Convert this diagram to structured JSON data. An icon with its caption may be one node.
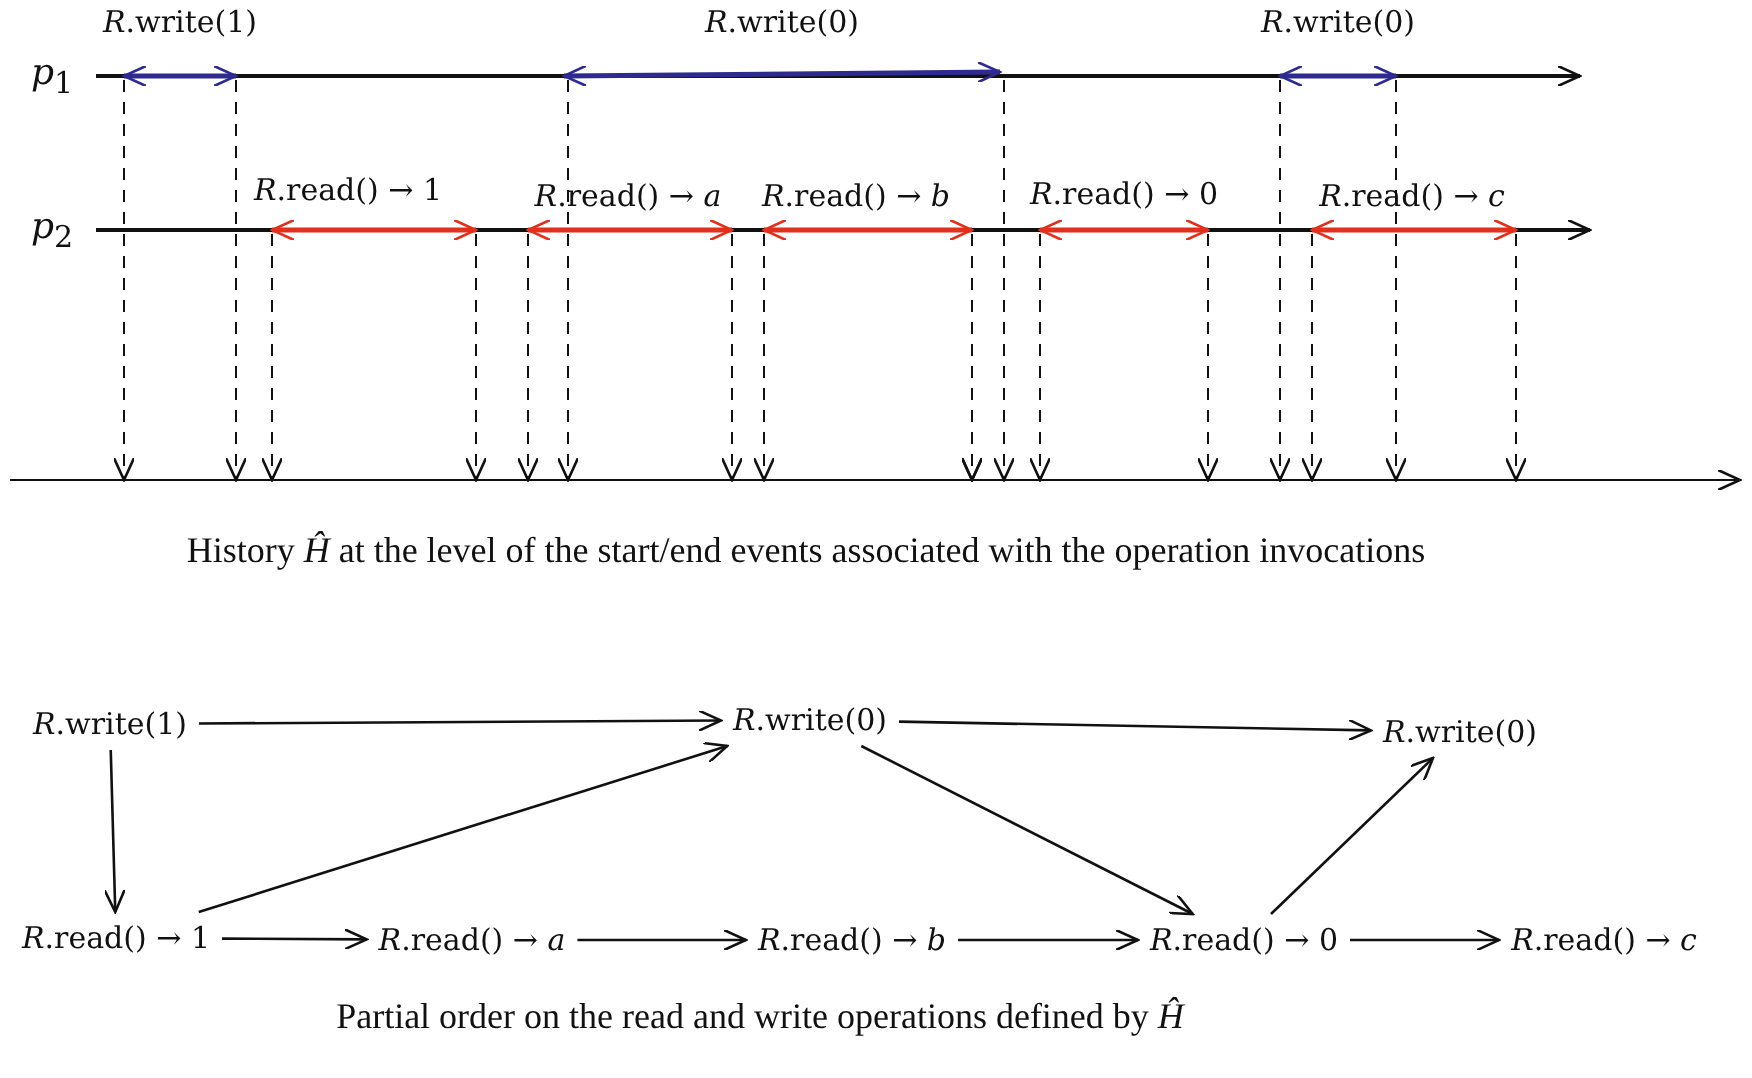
{
  "diagram": {
    "nodes": [
      {
        "text": [
          "*R*.write(1)"
        ]
      },
      {
        "text": [
          "*R*.write(0)"
        ]
      },
      {
        "text": [
          "*R*.write(0)"
        ]
      },
      {
        "text": [
          "*R*.read() → 1"
        ]
      },
      {
        "text": [
          "*R*.read() → *a*"
        ]
      },
      {
        "text": [
          "*R*.read() → *b*"
        ]
      },
      {
        "text": [
          "*R*.read() → 0"
        ]
      },
      {
        "text": [
          "*R*.read() → *c*"
        ]
      }
    ],
    "edges": [
      {
        "from": 0,
        "to": 1,
        "arrow": "to"
      },
      {
        "from": 0,
        "to": 3,
        "arrow": "to"
      },
      {
        "from": 3,
        "to": 1,
        "arrow": "to"
      },
      {
        "from": 3,
        "to": 4,
        "arrow": "to"
      },
      {
        "from": 4,
        "to": 5,
        "arrow": "to"
      },
      {
        "from": 5,
        "to": 6,
        "arrow": "to"
      },
      {
        "from": 1,
        "to": 2,
        "arrow": "to"
      },
      {
        "from": 1,
        "to": 6,
        "arrow": "to"
      },
      {
        "from": 6,
        "to": 2,
        "arrow": "to"
      },
      {
        "from": 6,
        "to": 7,
        "arrow": "to"
      }
    ],
    "labels": [
      "*R*.write(1)",
      "*R*.write(0)",
      "*R*.write(0)",
      "*p*$_{1}$",
      "*R*.read() → 1",
      "*R*.read() → *a*",
      "*R*.read() → *b*",
      "*R*.read() → 0",
      "*R*.read() → *c*",
      "*p*$_{2}$",
      "History *Ĥ* at the level of the start/end events associated with the operation invocations",
      "Partial order on the read and write operations defined by *Ĥ*"
    ]
  }
}
